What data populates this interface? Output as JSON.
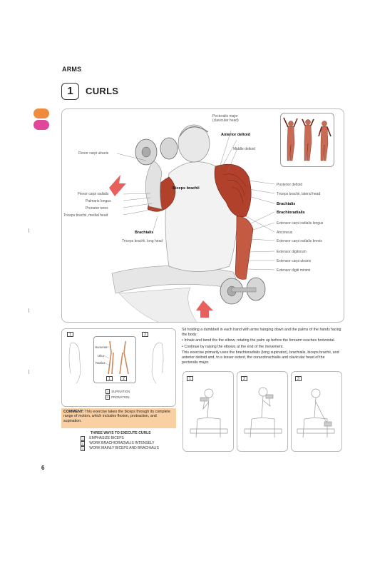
{
  "header": {
    "section": "ARMS",
    "chapter_number": "1",
    "chapter_title": "CURLS"
  },
  "colors": {
    "tab_top": "#f08a3c",
    "tab_bottom": "#e0469a",
    "comment_bg": "#f8d0a4",
    "muscle": "#b2412c",
    "arrow": "#e8605e"
  },
  "illustration": {
    "muscle_labels": {
      "pectoralis_major": "Pectoralis major\n(clavicular head)",
      "anterior_deltoid": "Anterior deltoid",
      "middle_deltoid": "Middle deltoid",
      "flexor_carpi_ulnaris": "Flexor carpi ulnaris",
      "flexor_carpi_radialis": "Flexor carpi radialis",
      "palmaris_longus": "Palmaris longus",
      "pronator_teres": "Pronator teres",
      "triceps_medial": "Triceps brachii, medial head",
      "biceps_brachii": "Biceps brachii",
      "brachialis_left": "Brachialis",
      "triceps_long": "Triceps brachii, long head",
      "posterior_deltoid": "Posterior deltoid",
      "triceps_lateral": "Triceps brachii, lateral head",
      "brachialis_right": "Brachialis",
      "brachioradialis": "Brachioradialis",
      "ecr_longus": "Extensor carpi radialis longus",
      "anconeus": "Anconeus",
      "ecr_brevis": "Extensor carpi radialis brevis",
      "ext_digitorum": "Extensor digitorum",
      "ext_carpi_ulnaris": "Extensor carpi ulnaris",
      "ext_digiti_minimi": "Extensor digiti minimi"
    }
  },
  "supination": {
    "box1": "1",
    "box2": "2",
    "bones": {
      "humerus": "Humerus",
      "ulna": "Ulna",
      "radius": "Radius"
    },
    "legend_1": "SUPINATION",
    "legend_2": "PRONATION"
  },
  "comment": {
    "label": "COMMENT:",
    "text": " This exercise takes the biceps through its complete range of motion, which includes flexion, protraction, and supination."
  },
  "ways": {
    "title": "THREE WAYS TO EXECUTE CURLS",
    "items": [
      {
        "n": "1",
        "text": "EMPHASIZE BICEPS"
      },
      {
        "n": "2",
        "text": "WORK BRACHIORADIALIS INTENSELY"
      },
      {
        "n": "3",
        "text": "WORK MAINLY BICEPS AND BRACHIALIS"
      }
    ]
  },
  "description": {
    "intro": "Sit holding a dumbbell in each hand with arms hanging down and the palms of the hands facing the body:",
    "bullet_1": "Inhale and bend the the elbow, rotating the palm up before the forearm reaches horizontal.",
    "bullet_2": "Continue by raising the elbows at the end of the movement.",
    "body": "This exercise primarily uses the brachioradialis (long supinator), brachialis, biceps brachii, and anterior deltoid and, to a lesser extent, the coracobrachialis and clavicular head of the pectoralis major."
  },
  "variations": [
    "1",
    "2",
    "3"
  ],
  "page_number": "6"
}
